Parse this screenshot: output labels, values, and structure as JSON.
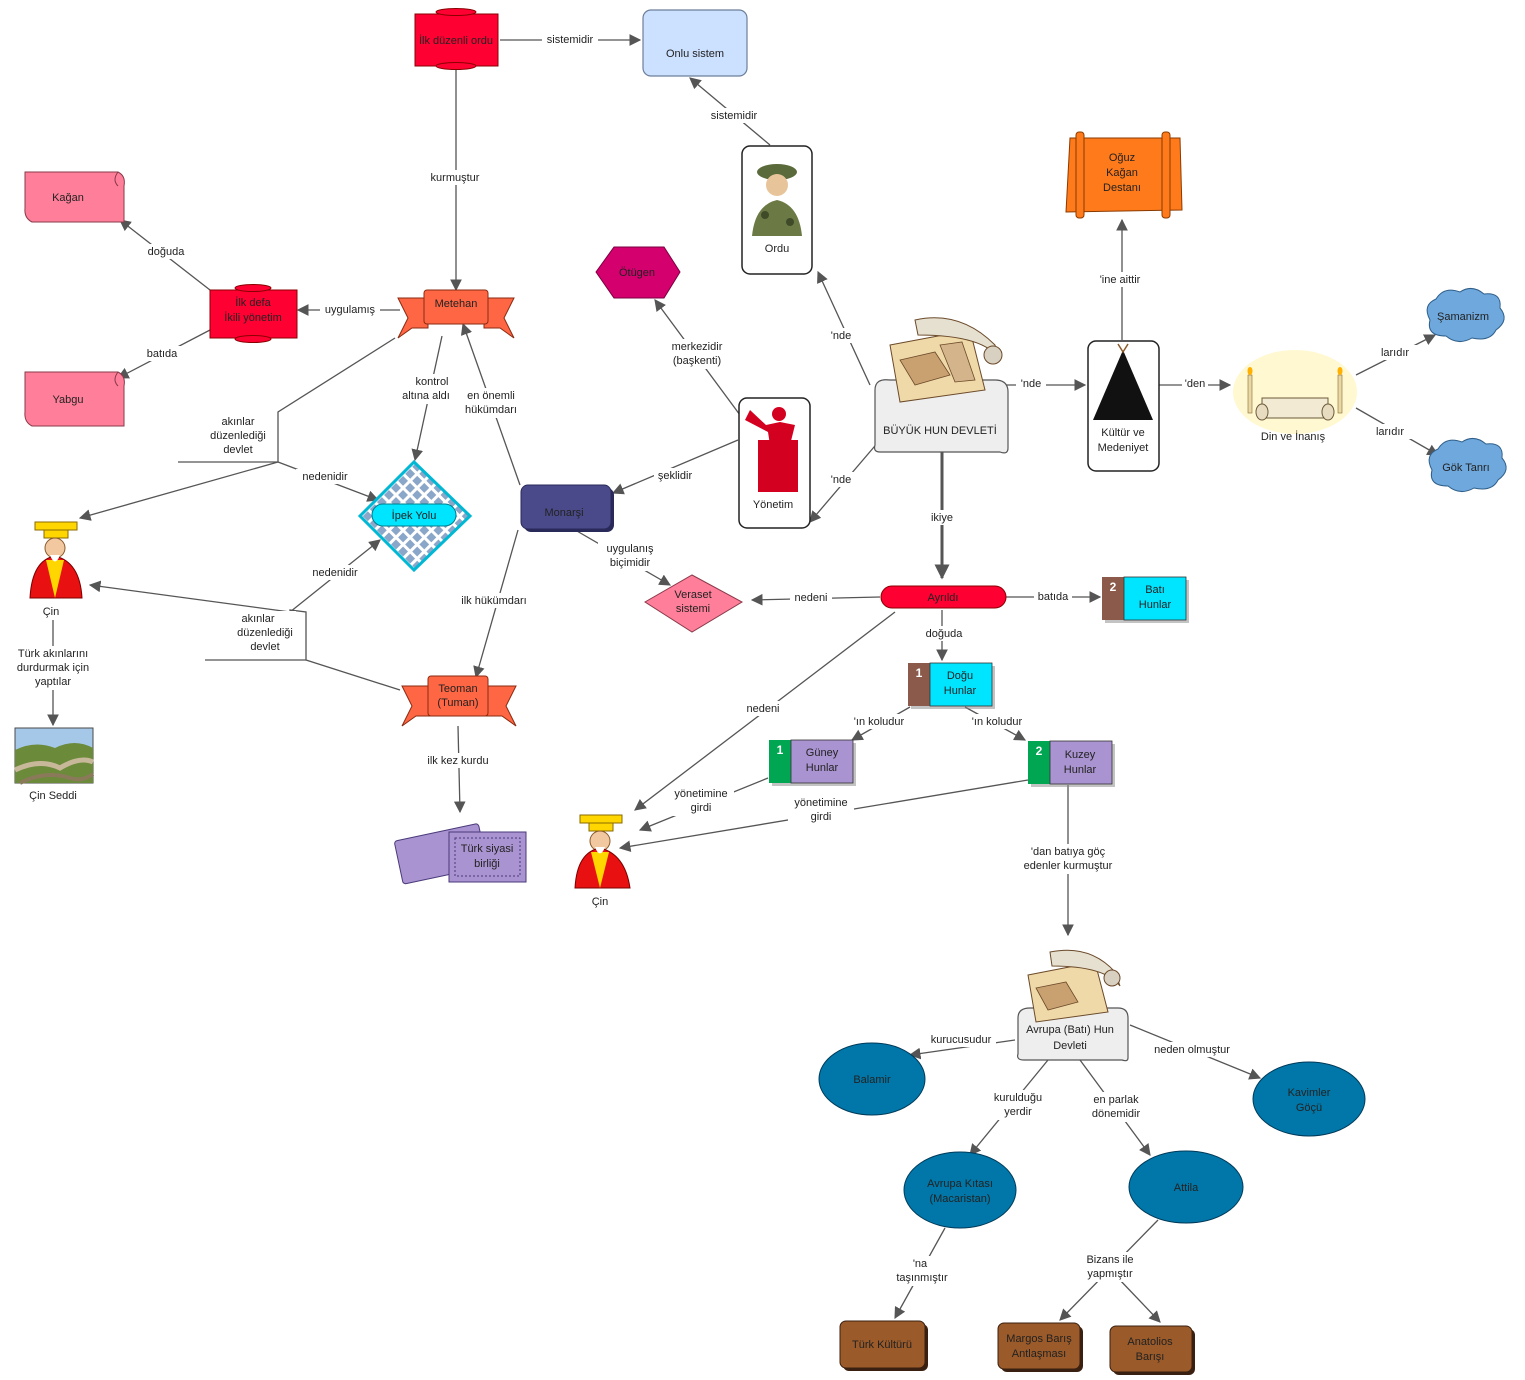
{
  "nodes": {
    "ilk_duzenli_ordu": "İlk düzenli ordu",
    "onlu_sistem": "Onlu sistem",
    "kagan": "Kağan",
    "yabgu": "Yabgu",
    "ilk_defa_1": "İlk defa",
    "ilk_defa_2": "İkili yönetim",
    "metehan": "Metehan",
    "otugen": "Ötügen",
    "ordu": "Ordu",
    "yonetim": "Yönetim",
    "buyuk_hun": "BÜYÜK HUN DEVLETİ",
    "oguz_1": "Oğuz",
    "oguz_2": "Kağan",
    "oguz_3": "Destanı",
    "kultur_1": "Kültür ve",
    "kultur_2": "Medeniyet",
    "din": "Din ve İnanış",
    "samanizm": "Şamanizm",
    "gok_tanri": "Gök Tanrı",
    "ipek_yolu": "İpek Yolu",
    "cin_1": "Çin",
    "cin_seddi": "Çin Seddi",
    "monarsi": "Monarşi",
    "veraset_1": "Veraset",
    "veraset_2": "sistemi",
    "ayrildi": "Ayrıldı",
    "bati_num": "2",
    "bati_1": "Batı",
    "bati_2": "Hunlar",
    "dogu_num": "1",
    "dogu_1": "Doğu",
    "dogu_2": "Hunlar",
    "guney_num": "1",
    "guney_1": "Güney",
    "guney_2": "Hunlar",
    "kuzey_num": "2",
    "kuzey_1": "Kuzey",
    "kuzey_2": "Hunlar",
    "teoman_1": "Teoman",
    "teoman_2": "(Tuman)",
    "turk_siyasi_1": "Türk siyasi",
    "turk_siyasi_2": "birliği",
    "cin_2": "Çin",
    "avrupa_hun_1": "Avrupa (Batı)  Hun",
    "avrupa_hun_2": "Devleti",
    "balamir": "Balamir",
    "kavimler_1": "Kavimler",
    "kavimler_2": "Göçü",
    "avrupa_kitasi_1": "Avrupa Kıtası",
    "avrupa_kitasi_2": "(Macaristan)",
    "attila": "Attila",
    "turk_kulturu": "Türk Kültürü",
    "margos_1": "Margos Barış",
    "margos_2": "Antlaşması",
    "anatolios_1": "Anatolios",
    "anatolios_2": "Barışı"
  },
  "links": {
    "sistemidir_1": "sistemidir",
    "sistemidir_2": "sistemidir",
    "kurmustur": "kurmuştur",
    "doguda_1": "doğuda",
    "batida_1": "batıda",
    "uygulamis": "uygulamış",
    "kontrol_1": "kontrol",
    "kontrol_2": "altına aldı",
    "en_onemli_1": "en önemli",
    "en_onemli_2": "hükümdarı",
    "akinlar_a1": "akınlar",
    "akinlar_a2": "düzenlediği",
    "akinlar_a3": "devlet",
    "nedenidir_1": "nedenidir",
    "nedenidir_2": "nedenidir",
    "akinlar_b1": "akınlar",
    "akinlar_b2": "düzenlediği",
    "akinlar_b3": "devlet",
    "turk_akin_1": "Türk akınlarını",
    "turk_akin_2": "durdurmak için",
    "turk_akin_3": "yaptılar",
    "merkezidir_1": "merkezidir",
    "merkezidir_2": "(başkenti)",
    "nde_1": "'nde",
    "nde_2": "'nde",
    "nde_3": "'nde",
    "seklidir": "şeklidir",
    "ine_aittir": "'ine aittir",
    "den": "'den",
    "laridir_1": "larıdır",
    "laridir_2": "larıdır",
    "uygulanis_1": "uygulanış",
    "uygulanis_2": "biçimidir",
    "ilk_hukumdari": "ilk hükümdarı",
    "ikiye": "ikiye",
    "nedeni_1": "nedeni",
    "batida_2": "batıda",
    "doguda_2": "doğuda",
    "nedeni_2": "nedeni",
    "in_koludur_1": "'ın koludur",
    "in_koludur_2": "'ın koludur",
    "yonetimine_a1": "yönetimine",
    "yonetimine_a2": "girdi",
    "yonetimine_b1": "yönetimine",
    "yonetimine_b2": "girdi",
    "ilk_kez_kurdu": "ilk kez kurdu",
    "dan_bati_1": "'dan batıya göç",
    "dan_bati_2": "edenler kurmuştur",
    "kurucusudur": "kurucusudur",
    "neden_olmustur": "neden olmuştur",
    "kuruldugu_1": "kurulduğu",
    "kuruldugu_2": "yerdir",
    "en_parlak_1": "en parlak",
    "en_parlak_2": "dönemidir",
    "na_1": "'na",
    "na_2": "taşınmıştır",
    "bizans_1": "Bizans ile",
    "bizans_2": "yapmıştır"
  },
  "colors": {
    "red": "#ff0033",
    "light_blue": "#cce0ff",
    "pink": "#ff7f9a",
    "salmon": "#ff6644",
    "magenta": "#d4006e",
    "cyan": "#00e5ff",
    "slate": "#4a4a8a",
    "orange": "#ff7a1a",
    "sky": "#6fa8dc",
    "teal": "#0077a8",
    "brown": "#9a5a2a",
    "lavender": "#a993d0",
    "green": "#00a651",
    "dark_brown": "#8b5a4a"
  }
}
